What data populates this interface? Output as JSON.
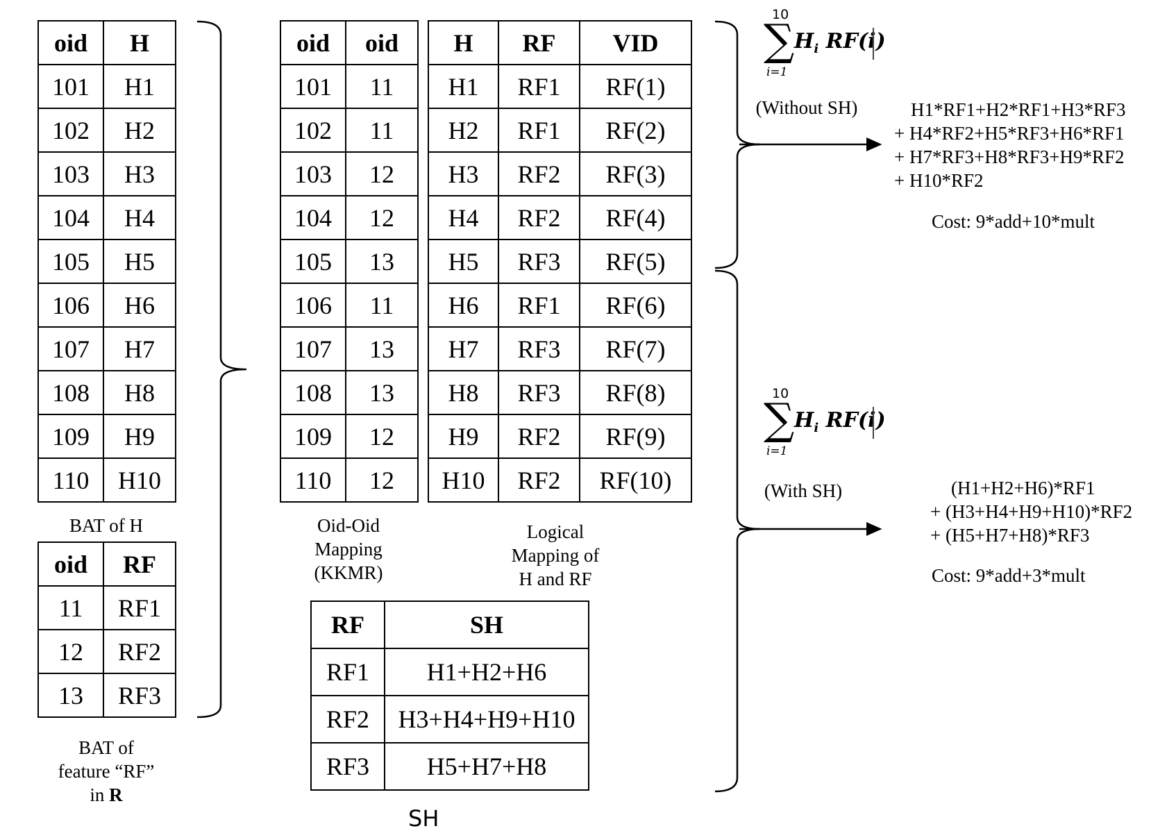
{
  "bat_h": {
    "headers": [
      "oid",
      "H"
    ],
    "rows": [
      [
        "101",
        "H1"
      ],
      [
        "102",
        "H2"
      ],
      [
        "103",
        "H3"
      ],
      [
        "104",
        "H4"
      ],
      [
        "105",
        "H5"
      ],
      [
        "106",
        "H6"
      ],
      [
        "107",
        "H7"
      ],
      [
        "108",
        "H8"
      ],
      [
        "109",
        "H9"
      ],
      [
        "110",
        "H10"
      ]
    ],
    "caption": "BAT of H"
  },
  "bat_rf": {
    "headers": [
      "oid",
      "RF"
    ],
    "rows": [
      [
        "11",
        "RF1"
      ],
      [
        "12",
        "RF2"
      ],
      [
        "13",
        "RF3"
      ]
    ],
    "caption_line1": "BAT of",
    "caption_line2": "feature “RF”",
    "caption_line3_prefix": "in ",
    "caption_line3_bold": "R"
  },
  "oid_map": {
    "headers": [
      "oid",
      "oid"
    ],
    "rows": [
      [
        "101",
        "11"
      ],
      [
        "102",
        "11"
      ],
      [
        "103",
        "12"
      ],
      [
        "104",
        "12"
      ],
      [
        "105",
        "13"
      ],
      [
        "106",
        "11"
      ],
      [
        "107",
        "13"
      ],
      [
        "108",
        "13"
      ],
      [
        "109",
        "12"
      ],
      [
        "110",
        "12"
      ]
    ],
    "caption_line1": "Oid-Oid",
    "caption_line2": "Mapping",
    "caption_line3": "(KKMR)"
  },
  "logical_map": {
    "headers": [
      "H",
      "RF",
      "VID"
    ],
    "rows": [
      [
        "H1",
        "RF1",
        "RF(1)"
      ],
      [
        "H2",
        "RF1",
        "RF(2)"
      ],
      [
        "H3",
        "RF2",
        "RF(3)"
      ],
      [
        "H4",
        "RF2",
        "RF(4)"
      ],
      [
        "H5",
        "RF3",
        "RF(5)"
      ],
      [
        "H6",
        "RF1",
        "RF(6)"
      ],
      [
        "H7",
        "RF3",
        "RF(7)"
      ],
      [
        "H8",
        "RF3",
        "RF(8)"
      ],
      [
        "H9",
        "RF2",
        "RF(9)"
      ],
      [
        "H10",
        "RF2",
        "RF(10)"
      ]
    ],
    "caption_line1": "Logical",
    "caption_line2": "Mapping of",
    "caption_line3": "H and RF"
  },
  "sh_table": {
    "headers": [
      "RF",
      "SH"
    ],
    "rows": [
      [
        "RF1",
        "H1+H2+H6"
      ],
      [
        "RF2",
        "H3+H4+H9+H10"
      ],
      [
        "RF3",
        "H5+H7+H8"
      ]
    ],
    "label": "SH"
  },
  "formula": {
    "upper": "10",
    "sigma": "∑",
    "lower": "i=1",
    "term_h": "H",
    "term_sub": "i",
    "term_rest": " RF(i)"
  },
  "without_sh": {
    "label": "(Without SH)",
    "expr_lines": [
      "H1*RF1+H2*RF1+H3*RF3",
      "+ H4*RF2+H5*RF3+H6*RF1",
      "+ H7*RF3+H8*RF3+H9*RF2",
      "+ H10*RF2"
    ],
    "cost": "Cost: 9*add+10*mult"
  },
  "with_sh": {
    "label": "(With SH)",
    "expr_lines": [
      "(H1+H2+H6)*RF1",
      "+ (H3+H4+H9+H10)*RF2",
      "+ (H5+H7+H8)*RF3"
    ],
    "cost": "Cost: 9*add+3*mult"
  }
}
